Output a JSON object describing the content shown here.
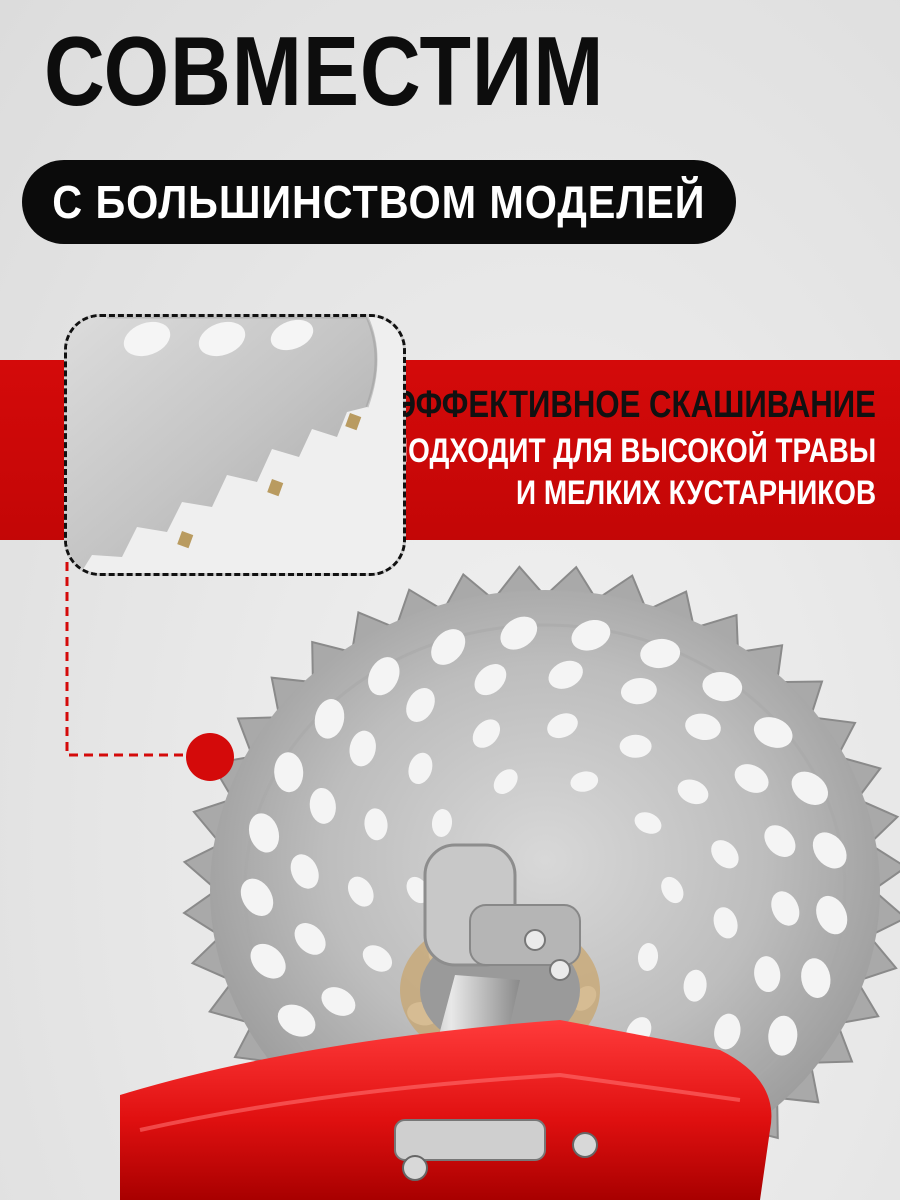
{
  "headline": "СОВМЕСТИМ",
  "pill": "С БОЛЬШИНСТВОМ МОДЕЛЕЙ",
  "band": {
    "line1": "ЭФФЕКТИВНОЕ СКАШИВАНИЕ",
    "line2": "ПОДХОДИТ ДЛЯ ВЫСОКОЙ ТРАВЫ",
    "line3": "И МЕЛКИХ КУСТАРНИКОВ"
  },
  "colors": {
    "accent_red": "#d40a0a",
    "text_dark": "#0d0d0d",
    "pill_bg": "#0b0b0b",
    "blade_silver": "#b9b9b9"
  },
  "icons": {
    "marker": "red-dot-marker"
  }
}
